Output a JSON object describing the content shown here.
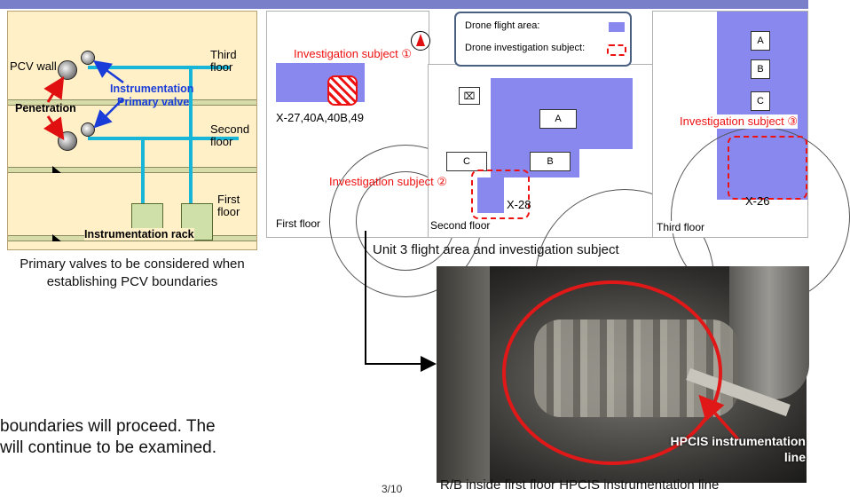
{
  "schematic": {
    "labels": {
      "pcv_wall": "PCV wall",
      "instrumentation": "Instrumentation",
      "primary_valve": "Primary valve",
      "penetration": "Penetration",
      "instrumentation_rack": "Instrumentation rack"
    },
    "floors": {
      "third": "Third floor",
      "second": "Second floor",
      "first": "First floor"
    },
    "caption": "Primary valves to be considered when establishing PCV boundaries",
    "colors": {
      "background": "#fff0c8",
      "pipe": "#17b6d8",
      "label_blue": "#1a3cd8",
      "arrow_red": "#e01010"
    }
  },
  "legend": {
    "flight_area": "Drone flight area:",
    "investigation_subject": "Drone investigation subject:"
  },
  "plans": {
    "first_floor": {
      "label": "First floor",
      "subject": "Investigation subject ①",
      "penetrations": "X-27,40A,40B,49"
    },
    "second_floor": {
      "label": "Second floor",
      "subject": "Investigation subject ②",
      "penetration": "X-28",
      "rooms": [
        "A",
        "C",
        "B"
      ]
    },
    "third_floor": {
      "label": "Third floor",
      "subject": "Investigation subject ③",
      "penetration": "X-26",
      "rooms": [
        "A",
        "B",
        "C"
      ]
    },
    "caption": "Unit 3 flight area and investigation subject",
    "colors": {
      "flight_area": "#8888ee",
      "subject": "#ee1111"
    }
  },
  "photo": {
    "annotation": "HPCIS instrumentation line",
    "caption": "R/B inside first floor HPCIS instrumentation line"
  },
  "body_text": {
    "line1": "boundaries will proceed. The",
    "line2": "will continue to be examined."
  },
  "page_number": "3/10"
}
